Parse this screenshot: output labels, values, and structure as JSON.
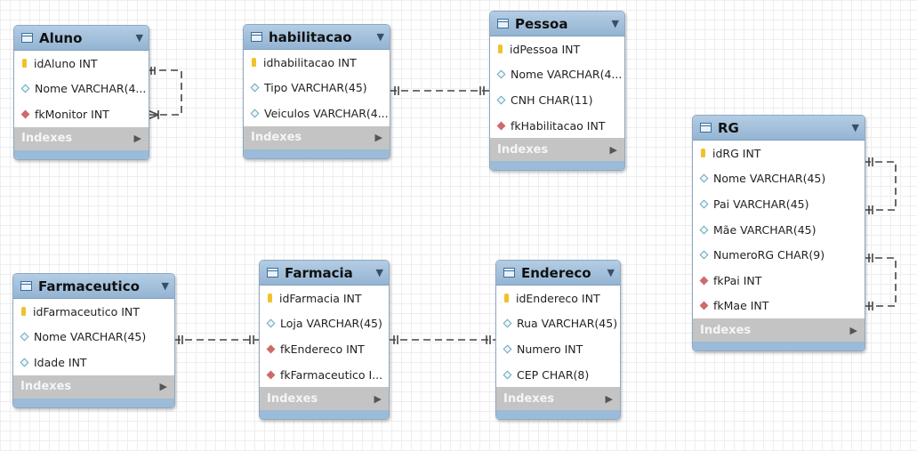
{
  "tables": {
    "aluno": {
      "name": "Aluno",
      "columns": [
        {
          "text": "idAluno INT",
          "kind": "pk"
        },
        {
          "text": "Nome VARCHAR(4...",
          "kind": "attr"
        },
        {
          "text": "fkMonitor INT",
          "kind": "fk"
        }
      ],
      "indexes_label": "Indexes"
    },
    "habilitacao": {
      "name": "habilitacao",
      "columns": [
        {
          "text": "idhabilitacao INT",
          "kind": "pk"
        },
        {
          "text": "Tipo VARCHAR(45)",
          "kind": "attr"
        },
        {
          "text": "Veiculos VARCHAR(4...",
          "kind": "attr"
        }
      ],
      "indexes_label": "Indexes"
    },
    "pessoa": {
      "name": "Pessoa",
      "columns": [
        {
          "text": "idPessoa INT",
          "kind": "pk"
        },
        {
          "text": "Nome VARCHAR(4...",
          "kind": "attr"
        },
        {
          "text": "CNH CHAR(11)",
          "kind": "attr"
        },
        {
          "text": "fkHabilitacao INT",
          "kind": "fk"
        }
      ],
      "indexes_label": "Indexes"
    },
    "rg": {
      "name": "RG",
      "columns": [
        {
          "text": "idRG INT",
          "kind": "pk"
        },
        {
          "text": "Nome VARCHAR(45)",
          "kind": "attr"
        },
        {
          "text": "Pai VARCHAR(45)",
          "kind": "attr"
        },
        {
          "text": "Mãe VARCHAR(45)",
          "kind": "attr"
        },
        {
          "text": "NumeroRG CHAR(9)",
          "kind": "attr"
        },
        {
          "text": "fkPai INT",
          "kind": "fk"
        },
        {
          "text": "fkMae INT",
          "kind": "fk"
        }
      ],
      "indexes_label": "Indexes"
    },
    "farmaceutico": {
      "name": "Farmaceutico",
      "columns": [
        {
          "text": "idFarmaceutico INT",
          "kind": "pk"
        },
        {
          "text": "Nome VARCHAR(45)",
          "kind": "attr"
        },
        {
          "text": "Idade INT",
          "kind": "attr"
        }
      ],
      "indexes_label": "Indexes"
    },
    "farmacia": {
      "name": "Farmacia",
      "columns": [
        {
          "text": "idFarmacia INT",
          "kind": "pk"
        },
        {
          "text": "Loja VARCHAR(45)",
          "kind": "attr"
        },
        {
          "text": "fkEndereco INT",
          "kind": "fk"
        },
        {
          "text": "fkFarmaceutico I...",
          "kind": "fk"
        }
      ],
      "indexes_label": "Indexes"
    },
    "endereco": {
      "name": "Endereco",
      "columns": [
        {
          "text": "idEndereco INT",
          "kind": "pk"
        },
        {
          "text": "Rua VARCHAR(45)",
          "kind": "attr"
        },
        {
          "text": "Numero INT",
          "kind": "attr"
        },
        {
          "text": "CEP CHAR(8)",
          "kind": "attr"
        }
      ],
      "indexes_label": "Indexes"
    }
  },
  "relationships": [
    {
      "from": "aluno",
      "to": "aluno",
      "type": "one-to-many"
    },
    {
      "from": "habilitacao",
      "to": "pessoa",
      "type": "one-to-one"
    },
    {
      "from": "rg",
      "to": "rg",
      "type": "one-to-one"
    },
    {
      "from": "rg",
      "to": "rg",
      "type": "one-to-one"
    },
    {
      "from": "farmaceutico",
      "to": "farmacia",
      "type": "one-to-one"
    },
    {
      "from": "farmacia",
      "to": "endereco",
      "type": "one-to-one"
    }
  ],
  "colors": {
    "header": "#a7c4df",
    "indexes_bar": "#c4c4c4",
    "line": "#444444",
    "pk": "#f0c22a",
    "fk": "#cc6b6b"
  }
}
